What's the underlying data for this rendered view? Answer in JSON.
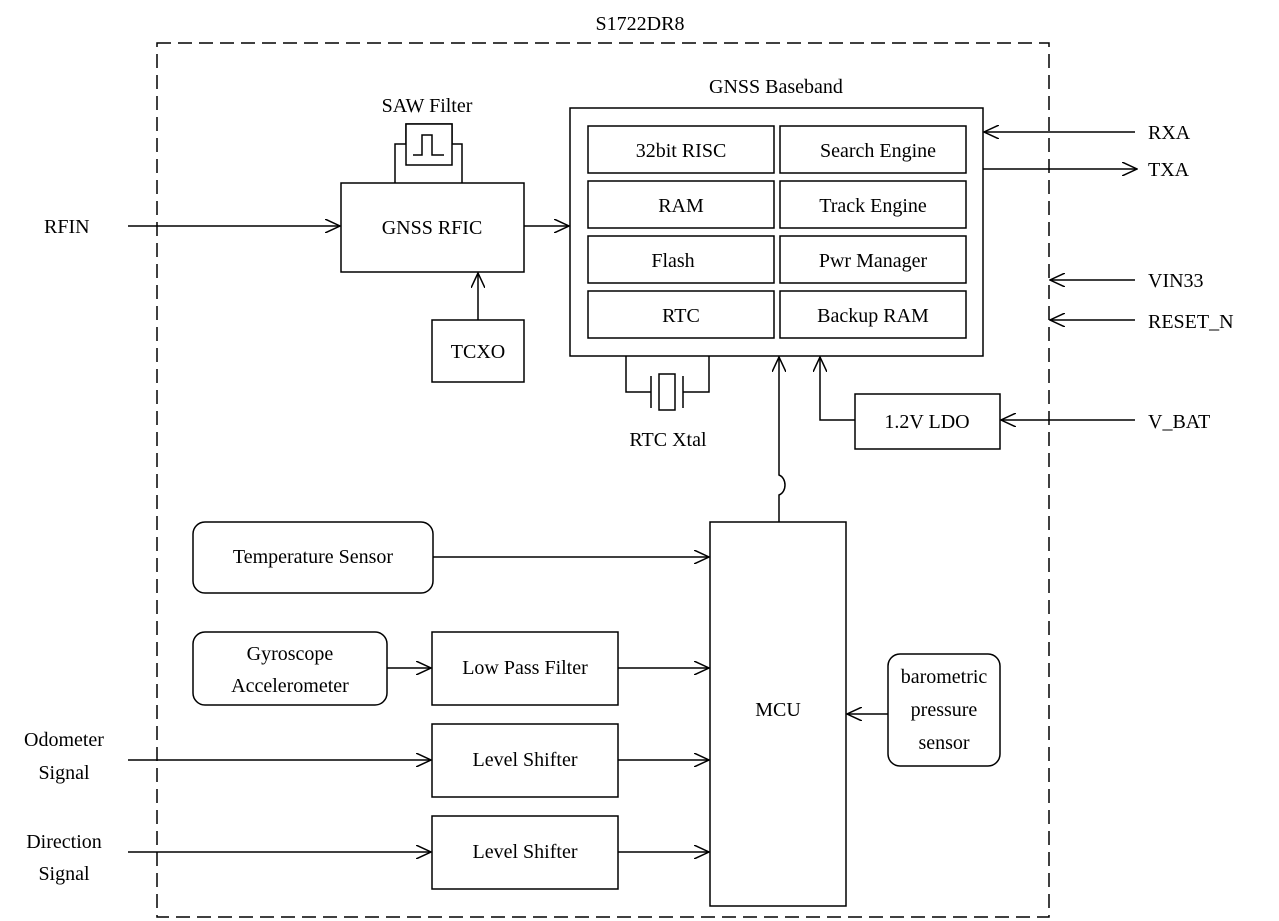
{
  "module_title": "S1722DR8",
  "blocks": {
    "saw_filter": "SAW Filter",
    "gnss_rfic": "GNSS RFIC",
    "tcxo": "TCXO",
    "gnss_baseband": "GNSS Baseband",
    "risc": "32bit RISC",
    "search_engine": "Search Engine",
    "ram": "RAM",
    "track_engine": "Track Engine",
    "flash": "Flash",
    "pwr_manager": "Pwr Manager",
    "rtc": "RTC",
    "backup_ram": "Backup RAM",
    "rtc_xtal": "RTC Xtal",
    "ldo": "1.2V LDO",
    "temp_sensor": "Temperature Sensor",
    "gyro_line1": "Gyroscope",
    "gyro_line2": "Accelerometer",
    "low_pass_filter": "Low Pass Filter",
    "level_shifter_1": "Level Shifter",
    "level_shifter_2": "Level Shifter",
    "mcu": "MCU",
    "baro_line1": "barometric",
    "baro_line2": "pressure",
    "baro_line3": "sensor"
  },
  "signals": {
    "rfin": "RFIN",
    "rxa": "RXA",
    "txa": "TXA",
    "vin33": "VIN33",
    "reset_n": "RESET_N",
    "v_bat": "V_BAT",
    "odometer_line1": "Odometer",
    "odometer_line2": "Signal",
    "direction_line1": "Direction",
    "direction_line2": "Signal"
  }
}
